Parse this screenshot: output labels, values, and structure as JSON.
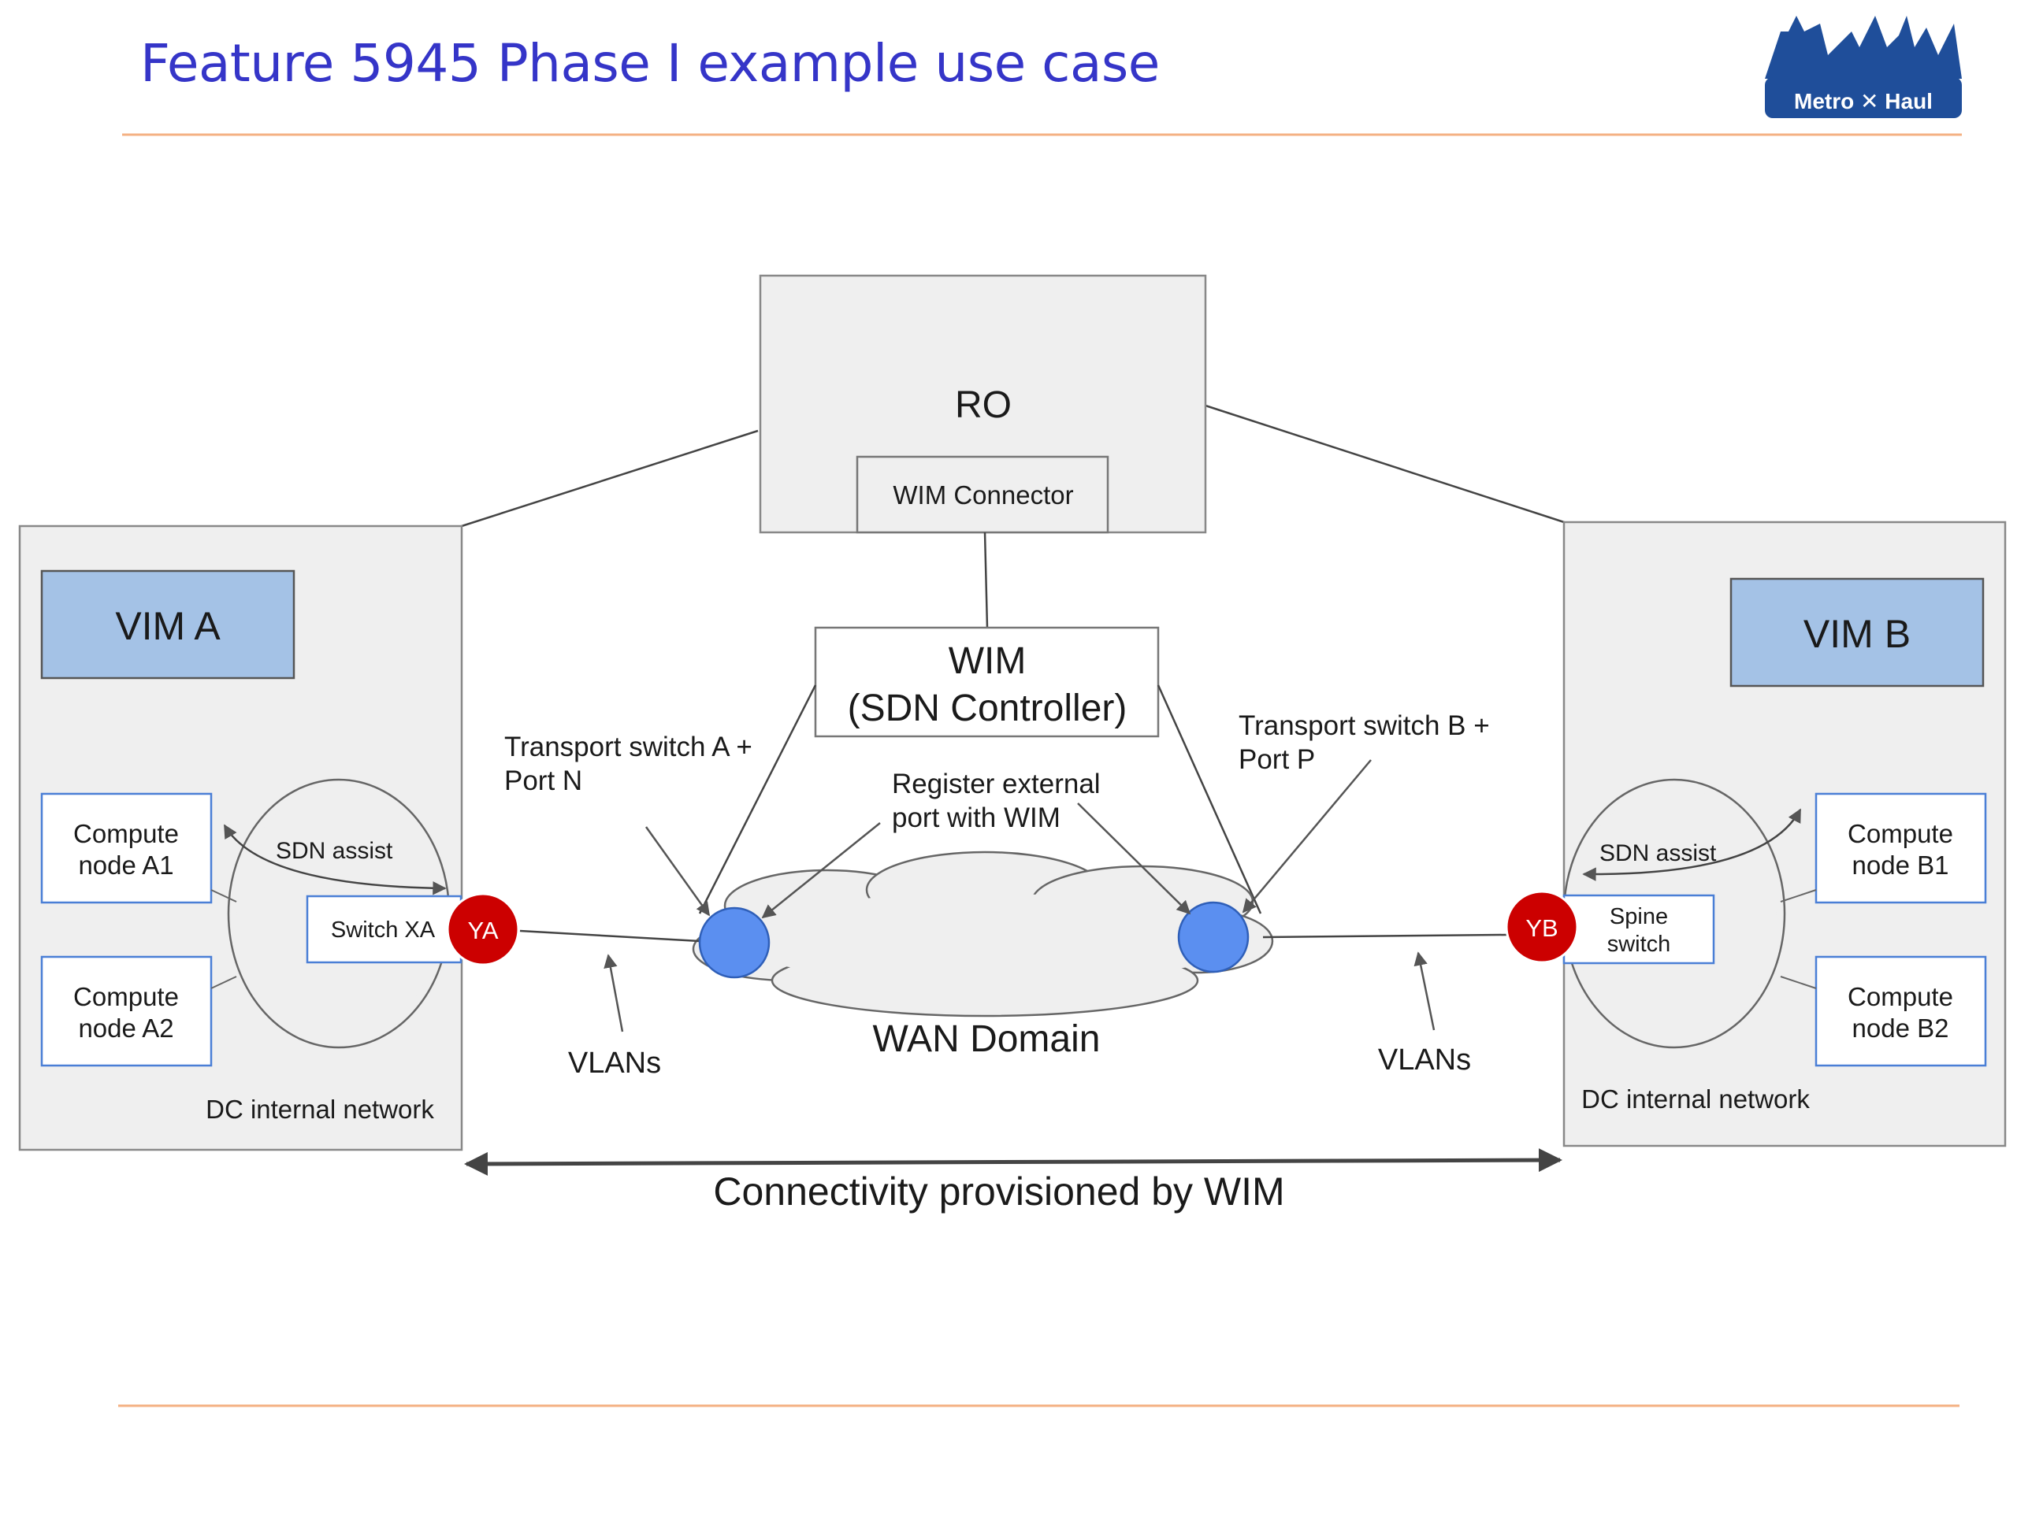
{
  "slide": {
    "title": "Feature 5945 Phase I example use case"
  },
  "logo": {
    "text": "Metro ✕ Haul",
    "color": "#1f4e9a"
  },
  "colors": {
    "title": "#3535c8",
    "rule": "#f4b183",
    "box_fill": "#efefef",
    "vim_fill": "#a4c2e6",
    "inner_box_border": "#4a7fd6",
    "port_red": "#cc0000",
    "port_blue": "#5b8ff0"
  },
  "diagram": {
    "ro": {
      "label": "RO",
      "connector_label": "WIM Connector"
    },
    "wim": {
      "line1": "WIM",
      "line2": "(SDN Controller)"
    },
    "site_a": {
      "vim_label": "VIM A",
      "compute1": [
        "Compute",
        "node A1"
      ],
      "compute2": [
        "Compute",
        "node A2"
      ],
      "sdn_assist": "SDN assist",
      "switch_label": "Switch XA",
      "port_label": "YA",
      "network_label": "DC internal network"
    },
    "site_b": {
      "vim_label": "VIM B",
      "compute1": [
        "Compute",
        "node B1"
      ],
      "compute2": [
        "Compute",
        "node B2"
      ],
      "sdn_assist": "SDN assist",
      "switch_label": [
        "Spine",
        "switch"
      ],
      "port_label": "YB",
      "network_label": "DC internal network"
    },
    "transport_a": [
      "Transport switch A +",
      "Port N"
    ],
    "transport_b": [
      "Transport switch B +",
      "Port P"
    ],
    "register": [
      "Register external",
      "port with WIM"
    ],
    "wan_label": "WAN Domain",
    "vlans_left": "VLANs",
    "vlans_right": "VLANs",
    "connectivity": "Connectivity provisioned by WIM"
  }
}
